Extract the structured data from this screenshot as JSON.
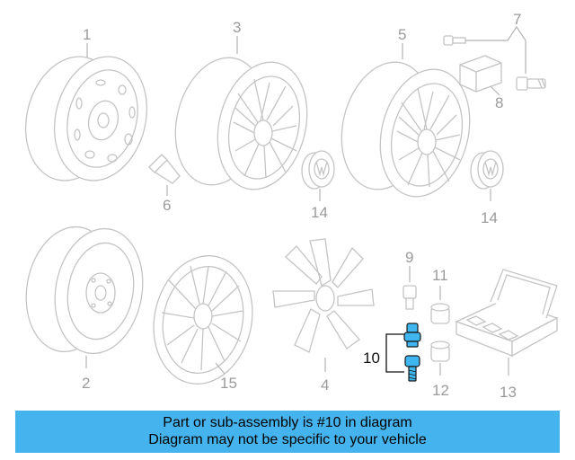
{
  "callouts": {
    "c1": "1",
    "c2": "2",
    "c3": "3",
    "c4": "4",
    "c5": "5",
    "c6": "6",
    "c7": "7",
    "c8": "8",
    "c9": "9",
    "c10": "10",
    "c11": "11",
    "c12": "12",
    "c13": "13",
    "c14a": "14",
    "c14b": "14",
    "c15": "15"
  },
  "highlighted_part": "10",
  "colors": {
    "highlight": "#3fb6f0",
    "banner": "#45b4ee",
    "line_art": "#c4c4c4"
  },
  "banner": {
    "line1": "Part or sub-assembly is #10 in diagram",
    "line2": "Diagram may not be specific to your vehicle"
  }
}
